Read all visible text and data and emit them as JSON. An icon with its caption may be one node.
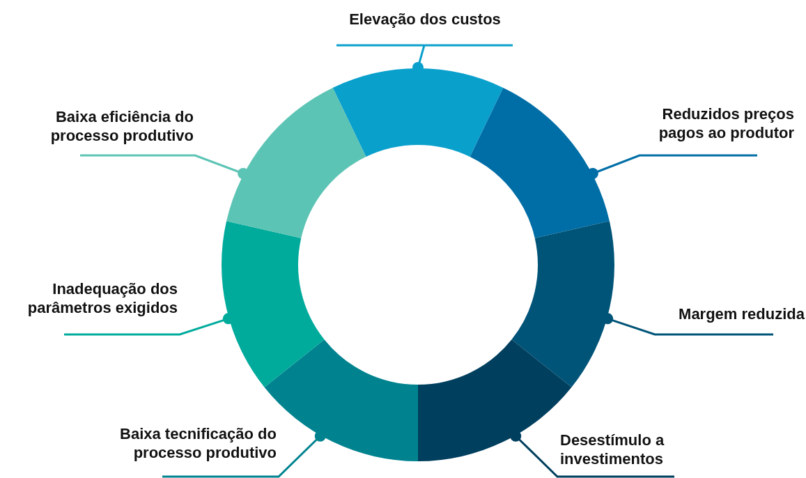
{
  "diagram": {
    "nodes": [
      {
        "text": [
          "Elevação dos custos"
        ]
      },
      {
        "text": [
          "Reduzidos preços pagos ao produtor"
        ]
      },
      {
        "text": [
          "Margem reduzida"
        ]
      },
      {
        "text": [
          "Desestímulo a investimentos"
        ]
      },
      {
        "text": [
          "Baixa tecnificação do processo produtivo"
        ]
      },
      {
        "text": [
          "Inadequação dos parâmetros exigidos"
        ]
      },
      {
        "text": [
          "Baixa eficiência do processo produtivo"
        ]
      },
      {
        "text": [],
        "shape": "bar"
      },
      {
        "text": [],
        "shape": "bar"
      },
      {
        "text": [],
        "shape": "bar"
      },
      {
        "text": [],
        "shape": "bar"
      },
      {
        "text": [],
        "shape": "bar"
      },
      {
        "text": [],
        "shape": "bar"
      },
      {
        "text": [],
        "shape": "bar"
      }
    ],
    "edges": [
      {
        "from": 0,
        "to": 7,
        "arrow": "other",
        "color": "#0aa0cc"
      },
      {
        "from": 1,
        "to": 8,
        "arrow": "other",
        "color": "#006ea6"
      },
      {
        "from": 2,
        "to": 9,
        "arrow": "other",
        "color": "#005478"
      },
      {
        "from": 3,
        "to": 10,
        "arrow": "other",
        "color": "#003f5e"
      },
      {
        "from": 4,
        "to": 11,
        "arrow": "other",
        "color": "#00838f"
      },
      {
        "from": 5,
        "to": 12,
        "arrow": "other",
        "color": "#00ab9c"
      },
      {
        "from": 6,
        "to": 13,
        "arrow": "other",
        "color": "#5cc4b4"
      }
    ]
  }
}
